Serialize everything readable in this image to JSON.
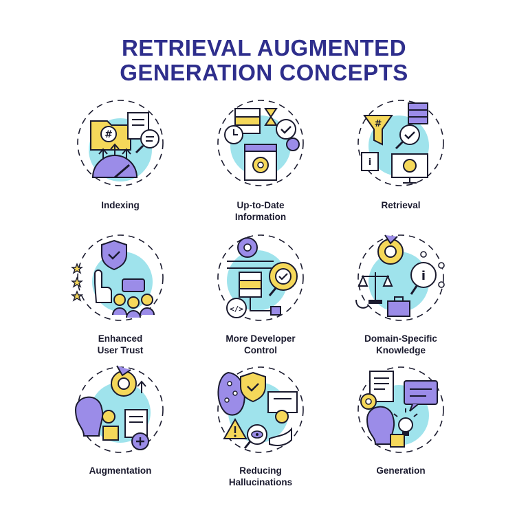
{
  "title": {
    "line1": "RETRIEVAL AUGMENTED",
    "line2": "GENERATION CONCEPTS"
  },
  "colors": {
    "title": "#2e2e8c",
    "outline": "#1a1a2e",
    "cyan": "#9fe3ec",
    "yellow": "#f5d85a",
    "purple": "#9b8ce8",
    "white": "#ffffff"
  },
  "concepts": [
    {
      "icon": "indexing-icon",
      "line1": "Indexing",
      "line2": ""
    },
    {
      "icon": "up-to-date-information-icon",
      "line1": "Up-to-Date",
      "line2": "Information"
    },
    {
      "icon": "retrieval-icon",
      "line1": "Retrieval",
      "line2": ""
    },
    {
      "icon": "enhanced-user-trust-icon",
      "line1": "Enhanced",
      "line2": "User Trust"
    },
    {
      "icon": "more-developer-control-icon",
      "line1": "More Developer",
      "line2": "Control"
    },
    {
      "icon": "domain-specific-knowledge-icon",
      "line1": "Domain-Specific",
      "line2": "Knowledge"
    },
    {
      "icon": "augmentation-icon",
      "line1": "Augmentation",
      "line2": ""
    },
    {
      "icon": "reducing-hallucinations-icon",
      "line1": "Reducing",
      "line2": "Hallucinations"
    },
    {
      "icon": "generation-icon",
      "line1": "Generation",
      "line2": ""
    }
  ]
}
